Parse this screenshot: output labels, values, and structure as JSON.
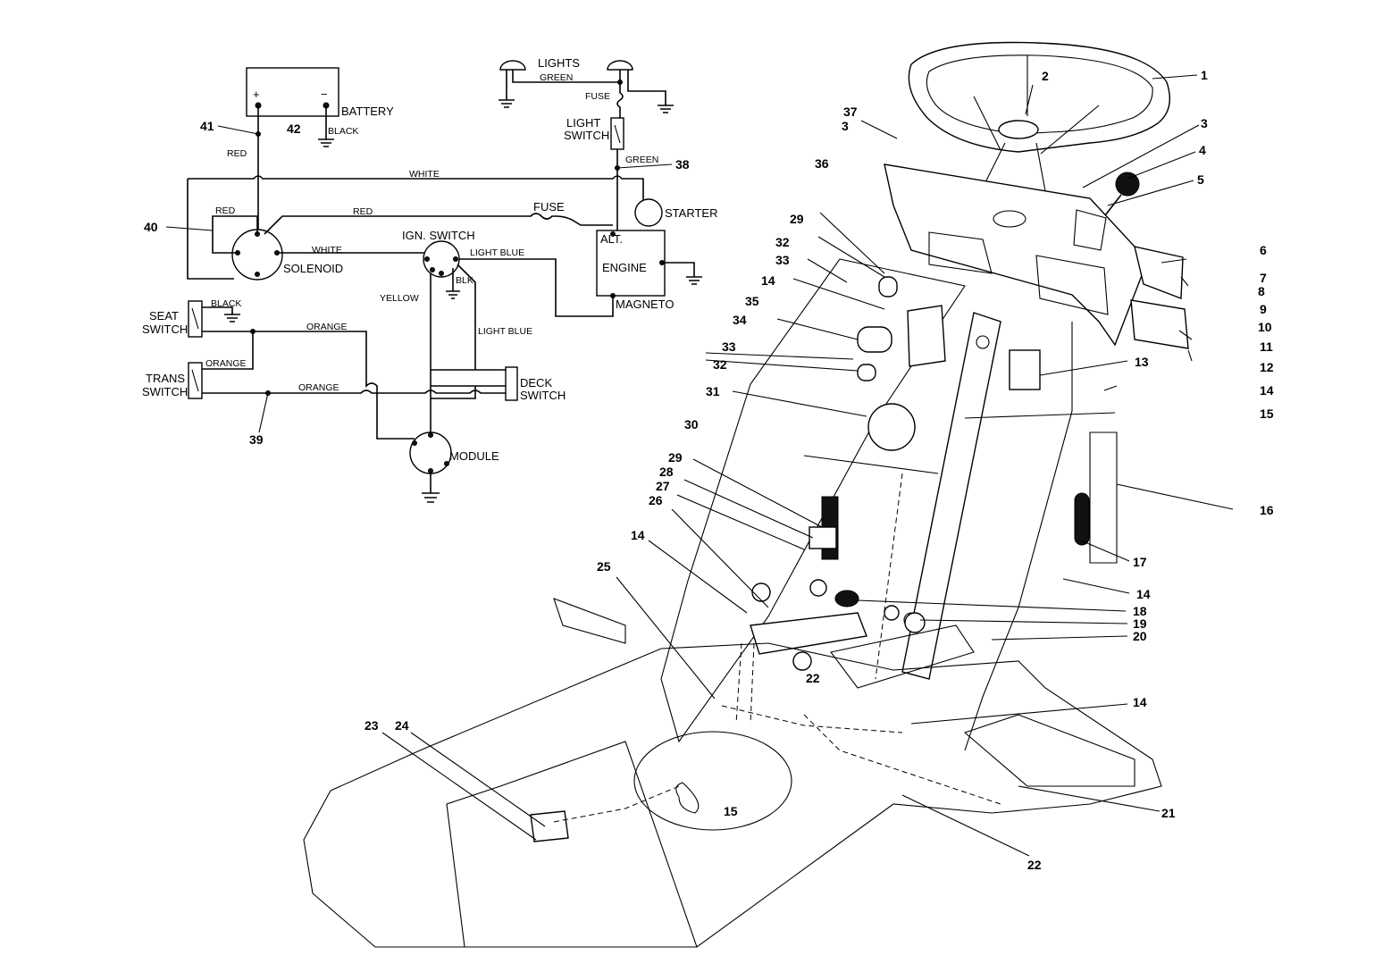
{
  "schematic": {
    "components": {
      "battery": "BATTERY",
      "battery_plus": "+",
      "battery_minus": "−",
      "lights": "LIGHTS",
      "fuse_top": "FUSE",
      "light_switch_1": "LIGHT",
      "light_switch_2": "SWITCH",
      "fuse_mid": "FUSE",
      "starter": "STARTER",
      "ign_switch": "IGN. SWITCH",
      "alt": "ALT.",
      "engine": "ENGINE",
      "magneto": "MAGNETO",
      "solenoid": "SOLENOID",
      "seat_switch_1": "SEAT",
      "seat_switch_2": "SWITCH",
      "trans_switch_1": "TRANS",
      "trans_switch_2": "SWITCH",
      "deck_switch_1": "DECK",
      "deck_switch_2": "SWITCH",
      "module": "MODULE"
    },
    "wires": {
      "green_lights": "GREEN",
      "green_switch": "GREEN",
      "black_battery": "BLACK",
      "red_battery": "RED",
      "white_top": "WHITE",
      "red_solenoid": "RED",
      "red_fuse": "RED",
      "white_solenoid": "WHITE",
      "light_blue_1": "LIGHT BLUE",
      "blk": "BLK",
      "yellow": "YELLOW",
      "light_blue_2": "LIGHT BLUE",
      "black_seat": "BLACK",
      "orange_seat": "ORANGE",
      "orange_trans": "ORANGE",
      "orange_bottom": "ORANGE"
    },
    "callouts": {
      "c41": "41",
      "c42": "42",
      "c40": "40",
      "c38": "38",
      "c39": "39"
    }
  },
  "exploded_view": {
    "callouts": [
      "1",
      "2",
      "3",
      "3",
      "4",
      "5",
      "6",
      "7",
      "8",
      "9",
      "10",
      "11",
      "12",
      "13",
      "14",
      "14",
      "14",
      "14",
      "14",
      "15",
      "15",
      "16",
      "17",
      "18",
      "19",
      "20",
      "21",
      "22",
      "22",
      "23",
      "24",
      "25",
      "26",
      "27",
      "28",
      "29",
      "29",
      "30",
      "31",
      "32",
      "32",
      "33",
      "33",
      "34",
      "35",
      "36",
      "37"
    ]
  }
}
